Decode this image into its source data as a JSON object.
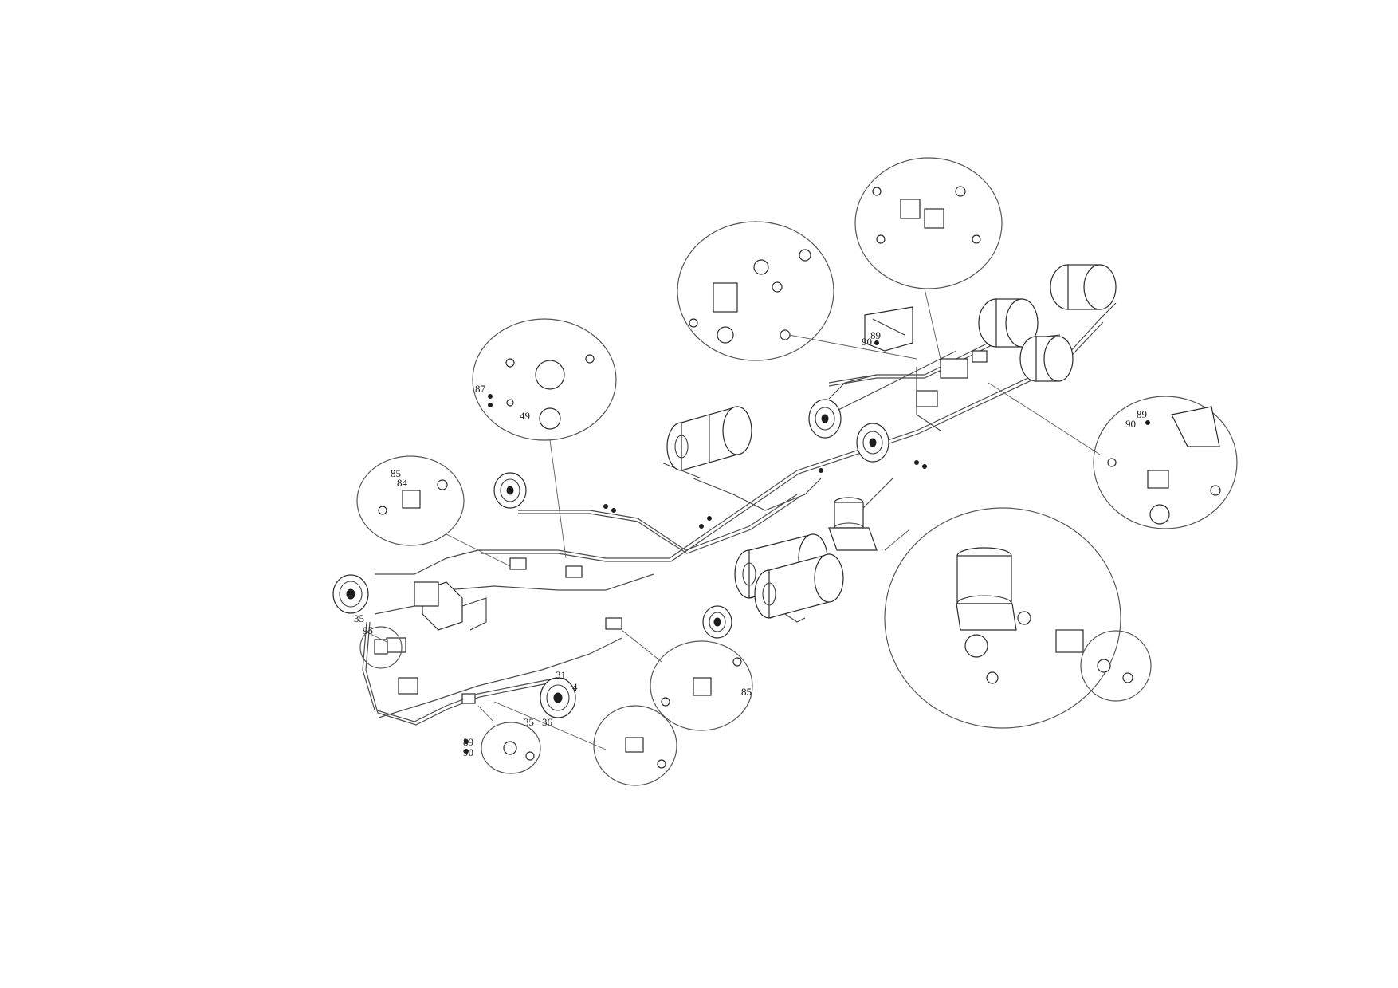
{
  "callouts": {
    "c87": "87",
    "c49": "49",
    "c85a": "85",
    "c84": "84",
    "c89a": "89",
    "c90a": "90",
    "c89b": "89",
    "c90b": "90",
    "c35a": "35",
    "c95": "95",
    "c31": "31",
    "c4": "4",
    "c35b": "35",
    "c36": "36",
    "c89c": "89",
    "c90c": "90",
    "c85b": "85"
  },
  "colors": {
    "line": "#3a3a3a",
    "background": "#ffffff"
  }
}
